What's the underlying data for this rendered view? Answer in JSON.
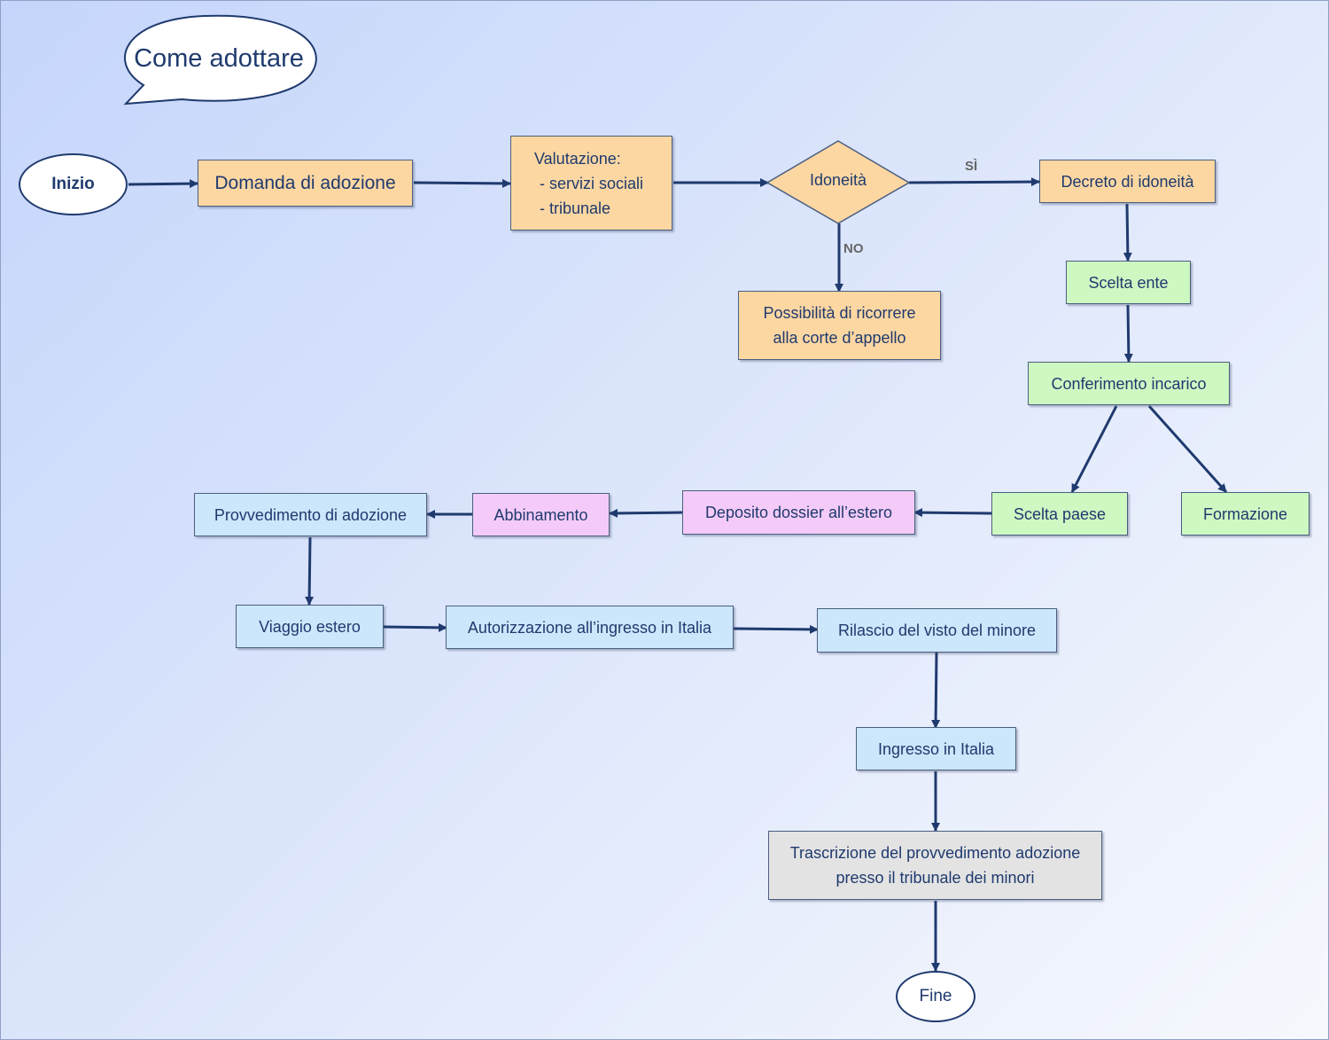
{
  "title": "Come adottare",
  "colors": {
    "orange": "#fdd7a2",
    "green": "#cef8c2",
    "pink": "#f4cbf8",
    "blue": "#cce6fb",
    "gray": "#e3e3e3",
    "arrow": "#1f3a6e"
  },
  "nodes": {
    "inizio": "Inizio",
    "domanda": "Domanda di adozione",
    "valutazione": {
      "line1": "Valutazione:",
      "line2": "- servizi sociali",
      "line3": "- tribunale"
    },
    "idoneita": "Idoneità",
    "decreto": "Decreto di idoneità",
    "ricorso": {
      "line1": "Possibilità di ricorrere",
      "line2": "alla corte d’appello"
    },
    "scelta_ente": "Scelta ente",
    "conferimento": "Conferimento incarico",
    "scelta_paese": "Scelta paese",
    "formazione": "Formazione",
    "deposito": "Deposito dossier all’estero",
    "abbinamento": "Abbinamento",
    "provvedimento": "Provvedimento di adozione",
    "viaggio": "Viaggio estero",
    "autorizzazione": "Autorizzazione all’ingresso in Italia",
    "rilascio": "Rilascio del visto del minore",
    "ingresso": "Ingresso in Italia",
    "trascrizione": {
      "line1": "Trascrizione del provvedimento adozione",
      "line2": "presso il tribunale dei minori"
    },
    "fine": "Fine"
  },
  "edge_labels": {
    "yes": "SÌ",
    "no": "NO"
  }
}
